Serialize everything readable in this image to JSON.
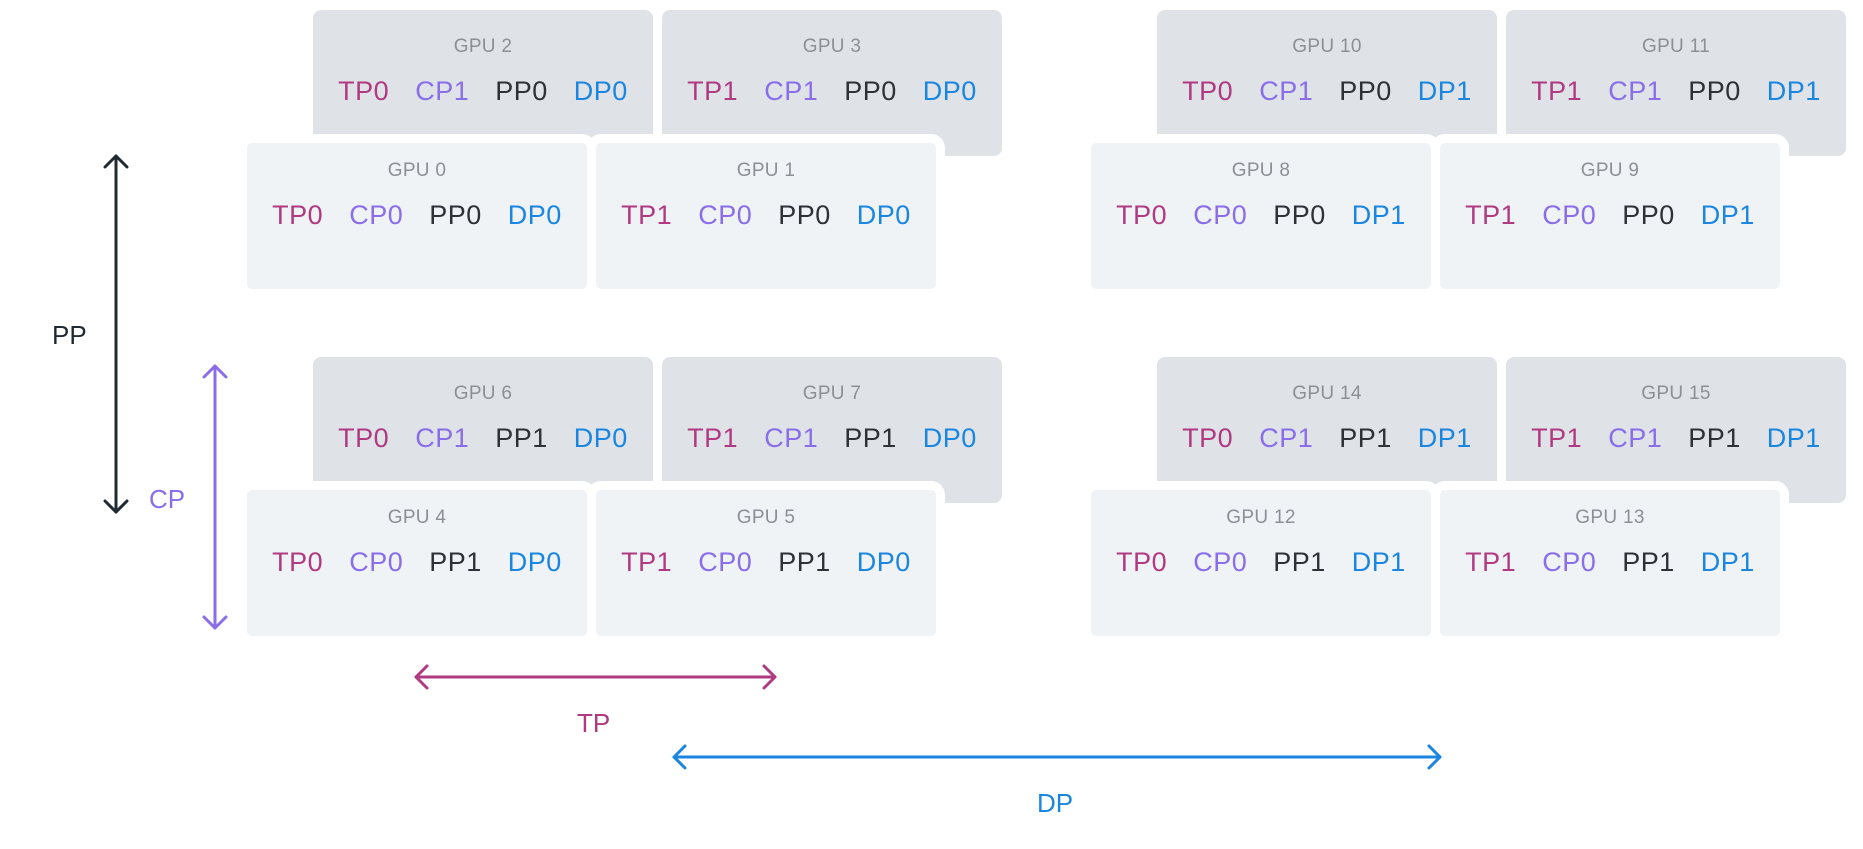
{
  "colors": {
    "tp": "#b03a82",
    "cp": "#8a6de9",
    "pp": "#1f2a33",
    "dp": "#1a86e0",
    "card_back": "#dfe3e7",
    "card_front": "#f0f3f6"
  },
  "gpus": [
    {
      "id": "gpu-0",
      "title": "GPU 0",
      "layer": "front",
      "group": 0,
      "col": 0,
      "tags": [
        "TP0",
        "CP0",
        "PP0",
        "DP0"
      ]
    },
    {
      "id": "gpu-1",
      "title": "GPU 1",
      "layer": "front",
      "group": 0,
      "col": 1,
      "tags": [
        "TP1",
        "CP0",
        "PP0",
        "DP0"
      ]
    },
    {
      "id": "gpu-2",
      "title": "GPU 2",
      "layer": "back",
      "group": 0,
      "col": 0,
      "tags": [
        "TP0",
        "CP1",
        "PP0",
        "DP0"
      ]
    },
    {
      "id": "gpu-3",
      "title": "GPU 3",
      "layer": "back",
      "group": 0,
      "col": 1,
      "tags": [
        "TP1",
        "CP1",
        "PP0",
        "DP0"
      ]
    },
    {
      "id": "gpu-4",
      "title": "GPU 4",
      "layer": "front",
      "group": 1,
      "col": 0,
      "tags": [
        "TP0",
        "CP0",
        "PP1",
        "DP0"
      ]
    },
    {
      "id": "gpu-5",
      "title": "GPU 5",
      "layer": "front",
      "group": 1,
      "col": 1,
      "tags": [
        "TP1",
        "CP0",
        "PP1",
        "DP0"
      ]
    },
    {
      "id": "gpu-6",
      "title": "GPU 6",
      "layer": "back",
      "group": 1,
      "col": 0,
      "tags": [
        "TP0",
        "CP1",
        "PP1",
        "DP0"
      ]
    },
    {
      "id": "gpu-7",
      "title": "GPU 7",
      "layer": "back",
      "group": 1,
      "col": 1,
      "tags": [
        "TP1",
        "CP1",
        "PP1",
        "DP0"
      ]
    },
    {
      "id": "gpu-8",
      "title": "GPU 8",
      "layer": "front",
      "group": 2,
      "col": 0,
      "tags": [
        "TP0",
        "CP0",
        "PP0",
        "DP1"
      ]
    },
    {
      "id": "gpu-9",
      "title": "GPU 9",
      "layer": "front",
      "group": 2,
      "col": 1,
      "tags": [
        "TP1",
        "CP0",
        "PP0",
        "DP1"
      ]
    },
    {
      "id": "gpu-10",
      "title": "GPU 10",
      "layer": "back",
      "group": 2,
      "col": 0,
      "tags": [
        "TP0",
        "CP1",
        "PP0",
        "DP1"
      ]
    },
    {
      "id": "gpu-11",
      "title": "GPU 11",
      "layer": "back",
      "group": 2,
      "col": 1,
      "tags": [
        "TP1",
        "CP1",
        "PP0",
        "DP1"
      ]
    },
    {
      "id": "gpu-12",
      "title": "GPU 12",
      "layer": "front",
      "group": 3,
      "col": 0,
      "tags": [
        "TP0",
        "CP0",
        "PP1",
        "DP1"
      ]
    },
    {
      "id": "gpu-13",
      "title": "GPU 13",
      "layer": "front",
      "group": 3,
      "col": 1,
      "tags": [
        "TP1",
        "CP0",
        "PP1",
        "DP1"
      ]
    },
    {
      "id": "gpu-14",
      "title": "GPU 14",
      "layer": "back",
      "group": 3,
      "col": 0,
      "tags": [
        "TP0",
        "CP1",
        "PP1",
        "DP1"
      ]
    },
    {
      "id": "gpu-15",
      "title": "GPU 15",
      "layer": "back",
      "group": 3,
      "col": 1,
      "tags": [
        "TP1",
        "CP1",
        "PP1",
        "DP1"
      ]
    }
  ],
  "axes": {
    "pp": "PP",
    "cp": "CP",
    "tp": "TP",
    "dp": "DP"
  }
}
